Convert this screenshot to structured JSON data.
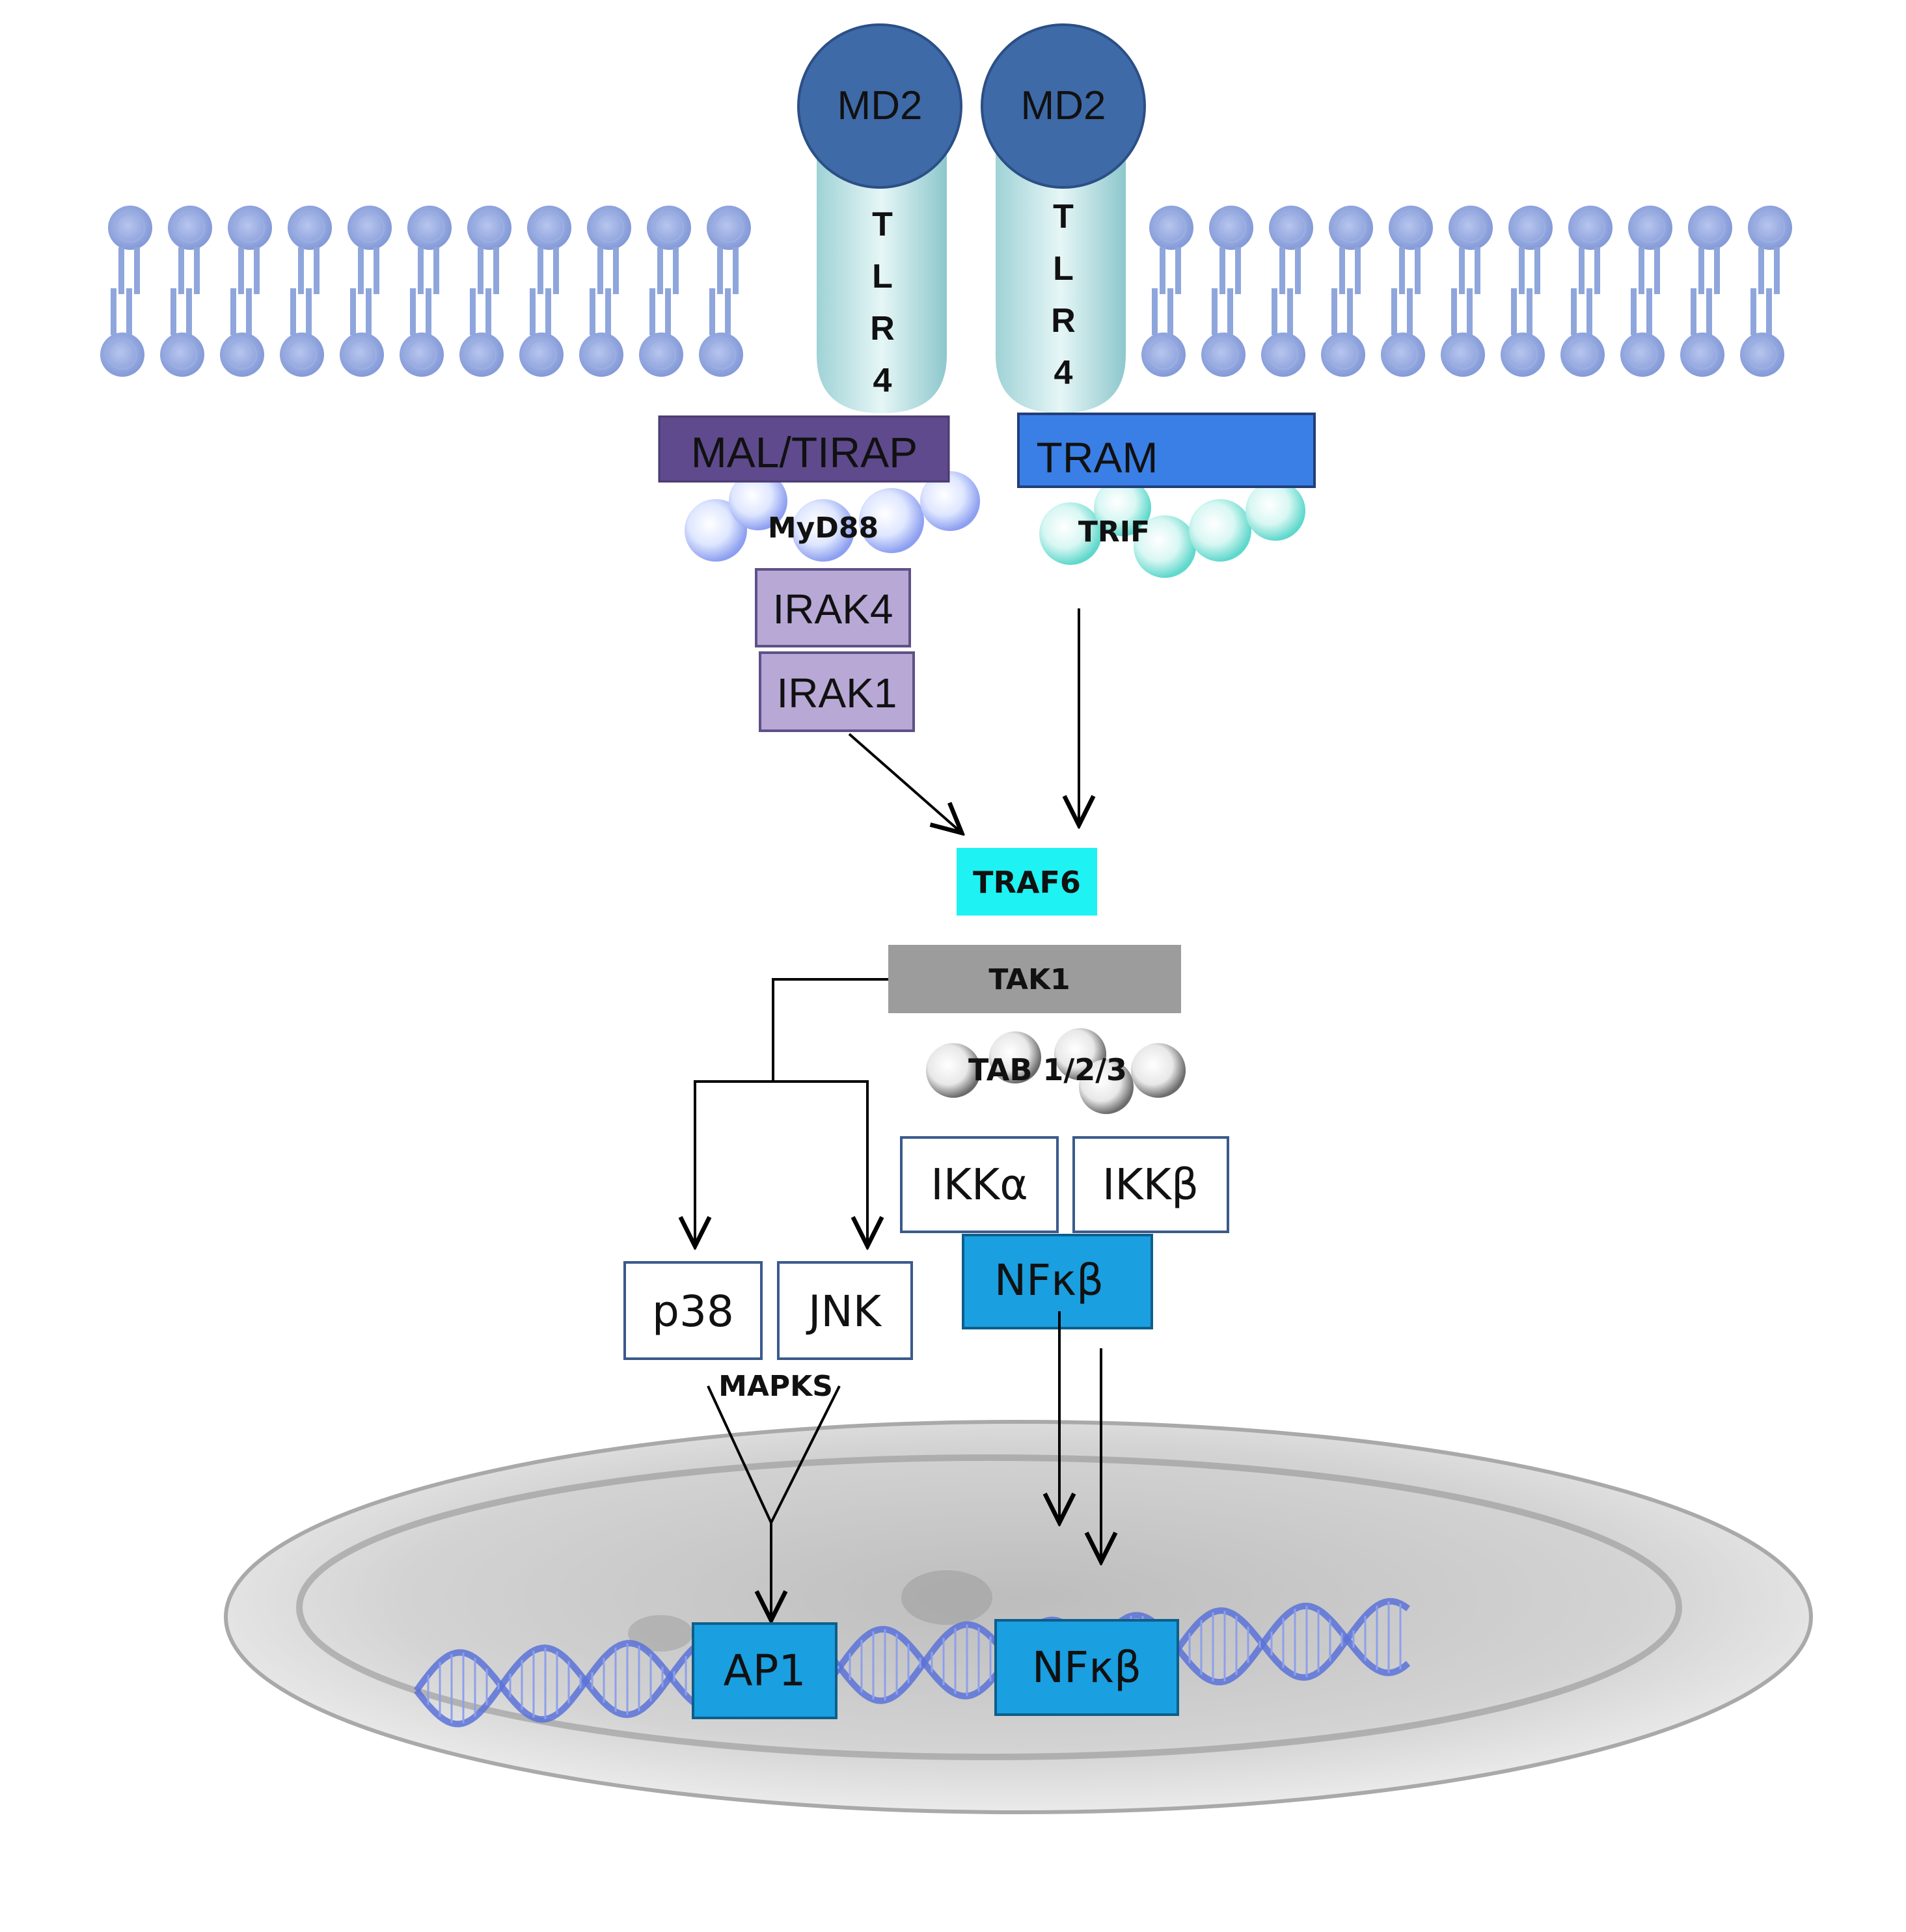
{
  "receptor_left": {
    "md2": "MD2",
    "tlr4_letters": [
      "T",
      "L",
      "R",
      "4"
    ]
  },
  "receptor_right": {
    "md2": "MD2",
    "tlr4_letters": [
      "T",
      "L",
      "R",
      "4"
    ]
  },
  "adaptors": {
    "mal_tirap": "MAL/TIRAP",
    "tram": "TRAM",
    "myd88": "MyD88",
    "trif": "TRIF"
  },
  "kinases": {
    "irak4": "IRAK4",
    "irak1": "IRAK1",
    "traf6": "TRAF6",
    "tak1": "TAK1",
    "tab": "TAB 1/2/3",
    "ikk_alpha": "IKKα",
    "ikk_beta": "IKKβ",
    "nfkb_cytoplasm": "NFκβ"
  },
  "mapks": {
    "p38": "p38",
    "jnk": "JNK",
    "label": "MAPKS"
  },
  "nucleus": {
    "ap1": "AP1",
    "nfkb": "NFκβ"
  },
  "colors": {
    "md2": "#3e6aa8",
    "tlr4_stalk": "#bfe3e3",
    "mal_tirap": "#5e4a8c",
    "tram": "#3a7fe6",
    "irak": "#b8a8d6",
    "traf6": "#1ef2f2",
    "tak1": "#9c9c9c",
    "nfkb": "#1a9fe0",
    "lipid": "#8fa6dc",
    "dna": "#5a72d8"
  }
}
